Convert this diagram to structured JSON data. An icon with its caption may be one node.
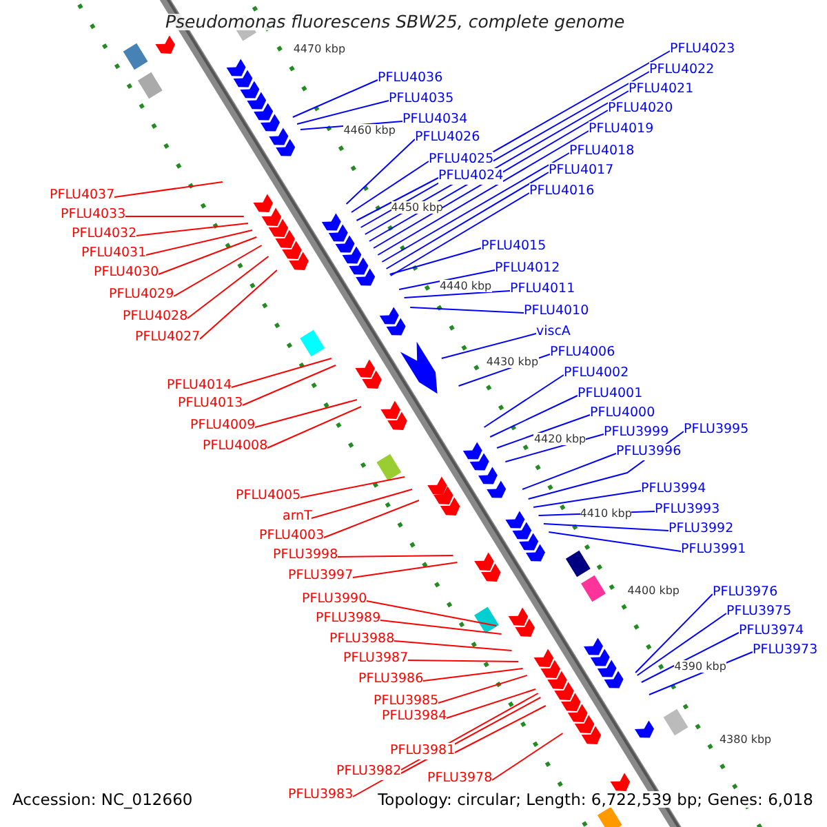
{
  "diagram": {
    "title": "Pseudomonas fluorescens SBW25, complete genome",
    "nodes": [
      {
        "text": [
          "PFLU4036"
        ]
      },
      {
        "text": [
          "PFLU4035"
        ]
      },
      {
        "text": [
          "PFLU4034"
        ]
      },
      {
        "text": [
          "PFLU4026"
        ]
      },
      {
        "text": [
          "PFLU4025"
        ]
      },
      {
        "text": [
          "PFLU4024"
        ]
      },
      {
        "text": [
          "PFLU4023"
        ]
      },
      {
        "text": [
          "PFLU4022"
        ]
      },
      {
        "text": [
          "PFLU4021"
        ]
      },
      {
        "text": [
          "PFLU4020"
        ]
      },
      {
        "text": [
          "PFLU4019"
        ]
      },
      {
        "text": [
          "PFLU4018"
        ]
      },
      {
        "text": [
          "PFLU4017"
        ]
      },
      {
        "text": [
          "PFLU4016"
        ]
      },
      {
        "text": [
          "PFLU4015"
        ]
      },
      {
        "text": [
          "PFLU4012"
        ]
      },
      {
        "text": [
          "PFLU4011"
        ]
      },
      {
        "text": [
          "PFLU4010"
        ]
      },
      {
        "text": [
          "viscA"
        ]
      },
      {
        "text": [
          "PFLU4006"
        ]
      },
      {
        "text": [
          "PFLU4002"
        ]
      },
      {
        "text": [
          "PFLU4001"
        ]
      },
      {
        "text": [
          "PFLU4000"
        ]
      },
      {
        "text": [
          "PFLU3999"
        ]
      },
      {
        "text": [
          "PFLU3995"
        ]
      },
      {
        "text": [
          "PFLU3996"
        ]
      },
      {
        "text": [
          "PFLU3994"
        ]
      },
      {
        "text": [
          "PFLU3993"
        ]
      },
      {
        "text": [
          "PFLU3992"
        ]
      },
      {
        "text": [
          "PFLU3991"
        ]
      },
      {
        "text": [
          "PFLU3976"
        ]
      },
      {
        "text": [
          "PFLU3975"
        ]
      },
      {
        "text": [
          "PFLU3974"
        ]
      },
      {
        "text": [
          "PFLU3973"
        ]
      },
      {
        "text": [
          "PFLU4037"
        ]
      },
      {
        "text": [
          "PFLU4033"
        ]
      },
      {
        "text": [
          "PFLU4032"
        ]
      },
      {
        "text": [
          "PFLU4031"
        ]
      },
      {
        "text": [
          "PFLU4030"
        ]
      },
      {
        "text": [
          "PFLU4029"
        ]
      },
      {
        "text": [
          "PFLU4028"
        ]
      },
      {
        "text": [
          "PFLU4027"
        ]
      },
      {
        "text": [
          "PFLU4014"
        ]
      },
      {
        "text": [
          "PFLU4013"
        ]
      },
      {
        "text": [
          "PFLU4009"
        ]
      },
      {
        "text": [
          "PFLU4008"
        ]
      },
      {
        "text": [
          "PFLU4005"
        ]
      },
      {
        "text": [
          "arnT"
        ]
      },
      {
        "text": [
          "PFLU4003"
        ]
      },
      {
        "text": [
          "PFLU3998"
        ]
      },
      {
        "text": [
          "PFLU3997"
        ]
      },
      {
        "text": [
          "PFLU3990"
        ]
      },
      {
        "text": [
          "PFLU3989"
        ]
      },
      {
        "text": [
          "PFLU3988"
        ]
      },
      {
        "text": [
          "PFLU3987"
        ]
      },
      {
        "text": [
          "PFLU3986"
        ]
      },
      {
        "text": [
          "PFLU3985"
        ]
      },
      {
        "text": [
          "PFLU3984"
        ]
      },
      {
        "text": [
          "PFLU3981"
        ]
      },
      {
        "text": [
          "PFLU3982"
        ]
      },
      {
        "text": [
          "PFLU3978"
        ]
      },
      {
        "text": [
          "PFLU3983"
        ]
      }
    ],
    "edges": [
      {
        "from": 0,
        "to": null,
        "arrow": "none",
        "color": "#0000ff"
      },
      {
        "from": 1,
        "to": null,
        "arrow": "none",
        "color": "#0000ff"
      },
      {
        "from": 2,
        "to": null,
        "arrow": "none",
        "color": "#0000ff"
      },
      {
        "from": 3,
        "to": null,
        "arrow": "none",
        "color": "#0000ff"
      },
      {
        "from": 4,
        "to": null,
        "arrow": "none",
        "color": "#0000ff"
      },
      {
        "from": 5,
        "to": null,
        "arrow": "none",
        "color": "#0000ff"
      },
      {
        "from": 6,
        "to": null,
        "arrow": "none",
        "color": "#0000ff"
      },
      {
        "from": 7,
        "to": null,
        "arrow": "none",
        "color": "#0000ff"
      },
      {
        "from": 8,
        "to": null,
        "arrow": "none",
        "color": "#0000ff"
      },
      {
        "from": 9,
        "to": null,
        "arrow": "none",
        "color": "#0000ff"
      },
      {
        "from": 10,
        "to": null,
        "arrow": "none",
        "color": "#0000ff"
      },
      {
        "from": 11,
        "to": null,
        "arrow": "none",
        "color": "#0000ff"
      },
      {
        "from": 12,
        "to": null,
        "arrow": "none",
        "color": "#0000ff"
      },
      {
        "from": 13,
        "to": null,
        "arrow": "none",
        "color": "#0000ff"
      },
      {
        "from": 14,
        "to": null,
        "arrow": "none",
        "color": "#0000ff"
      },
      {
        "from": 15,
        "to": null,
        "arrow": "none",
        "color": "#0000ff"
      },
      {
        "from": 16,
        "to": null,
        "arrow": "none",
        "color": "#0000ff"
      },
      {
        "from": 17,
        "to": null,
        "arrow": "none",
        "color": "#0000ff"
      },
      {
        "from": 18,
        "to": null,
        "arrow": "none",
        "color": "#0000ff"
      },
      {
        "from": 19,
        "to": null,
        "arrow": "none",
        "color": "#0000ff"
      },
      {
        "from": 20,
        "to": null,
        "arrow": "none",
        "color": "#0000ff"
      },
      {
        "from": 21,
        "to": null,
        "arrow": "none",
        "color": "#0000ff"
      },
      {
        "from": 22,
        "to": null,
        "arrow": "none",
        "color": "#0000ff"
      },
      {
        "from": 23,
        "to": null,
        "arrow": "none",
        "color": "#0000ff"
      },
      {
        "from": 24,
        "to": null,
        "arrow": "none",
        "color": "#0000ff"
      },
      {
        "from": 25,
        "to": null,
        "arrow": "none",
        "color": "#0000ff"
      },
      {
        "from": 26,
        "to": null,
        "arrow": "none",
        "color": "#0000ff"
      },
      {
        "from": 27,
        "to": null,
        "arrow": "none",
        "color": "#0000ff"
      },
      {
        "from": 28,
        "to": null,
        "arrow": "none",
        "color": "#0000ff"
      },
      {
        "from": 29,
        "to": null,
        "arrow": "none",
        "color": "#0000ff"
      },
      {
        "from": 30,
        "to": null,
        "arrow": "none",
        "color": "#0000ff"
      },
      {
        "from": 31,
        "to": null,
        "arrow": "none",
        "color": "#0000ff"
      },
      {
        "from": 32,
        "to": null,
        "arrow": "none",
        "color": "#0000ff"
      },
      {
        "from": 33,
        "to": null,
        "arrow": "none",
        "color": "#0000ff"
      },
      {
        "from": 34,
        "to": null,
        "arrow": "none",
        "color": "#ff0000"
      },
      {
        "from": 35,
        "to": null,
        "arrow": "none",
        "color": "#ff0000"
      },
      {
        "from": 36,
        "to": null,
        "arrow": "none",
        "color": "#ff0000"
      },
      {
        "from": 37,
        "to": null,
        "arrow": "none",
        "color": "#ff0000"
      },
      {
        "from": 38,
        "to": null,
        "arrow": "none",
        "color": "#ff0000"
      },
      {
        "from": 39,
        "to": null,
        "arrow": "none",
        "color": "#ff0000"
      },
      {
        "from": 40,
        "to": null,
        "arrow": "none",
        "color": "#ff0000"
      },
      {
        "from": 41,
        "to": null,
        "arrow": "none",
        "color": "#ff0000"
      },
      {
        "from": 42,
        "to": null,
        "arrow": "none",
        "color": "#ff0000"
      },
      {
        "from": 43,
        "to": null,
        "arrow": "none",
        "color": "#ff0000"
      },
      {
        "from": 44,
        "to": null,
        "arrow": "none",
        "color": "#ff0000"
      },
      {
        "from": 45,
        "to": null,
        "arrow": "none",
        "color": "#ff0000"
      },
      {
        "from": 46,
        "to": null,
        "arrow": "none",
        "color": "#ff0000"
      },
      {
        "from": 47,
        "to": null,
        "arrow": "none",
        "color": "#ff0000"
      },
      {
        "from": 48,
        "to": null,
        "arrow": "none",
        "color": "#ff0000"
      },
      {
        "from": 49,
        "to": null,
        "arrow": "none",
        "color": "#ff0000"
      },
      {
        "from": 50,
        "to": null,
        "arrow": "none",
        "color": "#ff0000"
      },
      {
        "from": 51,
        "to": null,
        "arrow": "none",
        "color": "#ff0000"
      },
      {
        "from": 52,
        "to": null,
        "arrow": "none",
        "color": "#ff0000"
      },
      {
        "from": 53,
        "to": null,
        "arrow": "none",
        "color": "#ff0000"
      },
      {
        "from": 54,
        "to": null,
        "arrow": "none",
        "color": "#ff0000"
      },
      {
        "from": 55,
        "to": null,
        "arrow": "none",
        "color": "#ff0000"
      },
      {
        "from": 56,
        "to": null,
        "arrow": "none",
        "color": "#ff0000"
      },
      {
        "from": 57,
        "to": null,
        "arrow": "none",
        "color": "#ff0000"
      },
      {
        "from": 58,
        "to": null,
        "arrow": "none",
        "color": "#ff0000"
      },
      {
        "from": 59,
        "to": null,
        "arrow": "none",
        "color": "#ff0000"
      },
      {
        "from": 60,
        "to": null,
        "arrow": "none",
        "color": "#ff0000"
      },
      {
        "from": 61,
        "to": null,
        "arrow": "none",
        "color": "#ff0000"
      }
    ],
    "labels": [
      "4470 kbp",
      "4460 kbp",
      "4450 kbp",
      "4440 kbp",
      "4430 kbp",
      "4420 kbp",
      "4410 kbp",
      "4400 kbp",
      "4390 kbp",
      "4380 kbp",
      "Accession: NC_012660",
      "Topology: circular; Length: 6,722,539 bp; Genes: 6,018"
    ]
  }
}
